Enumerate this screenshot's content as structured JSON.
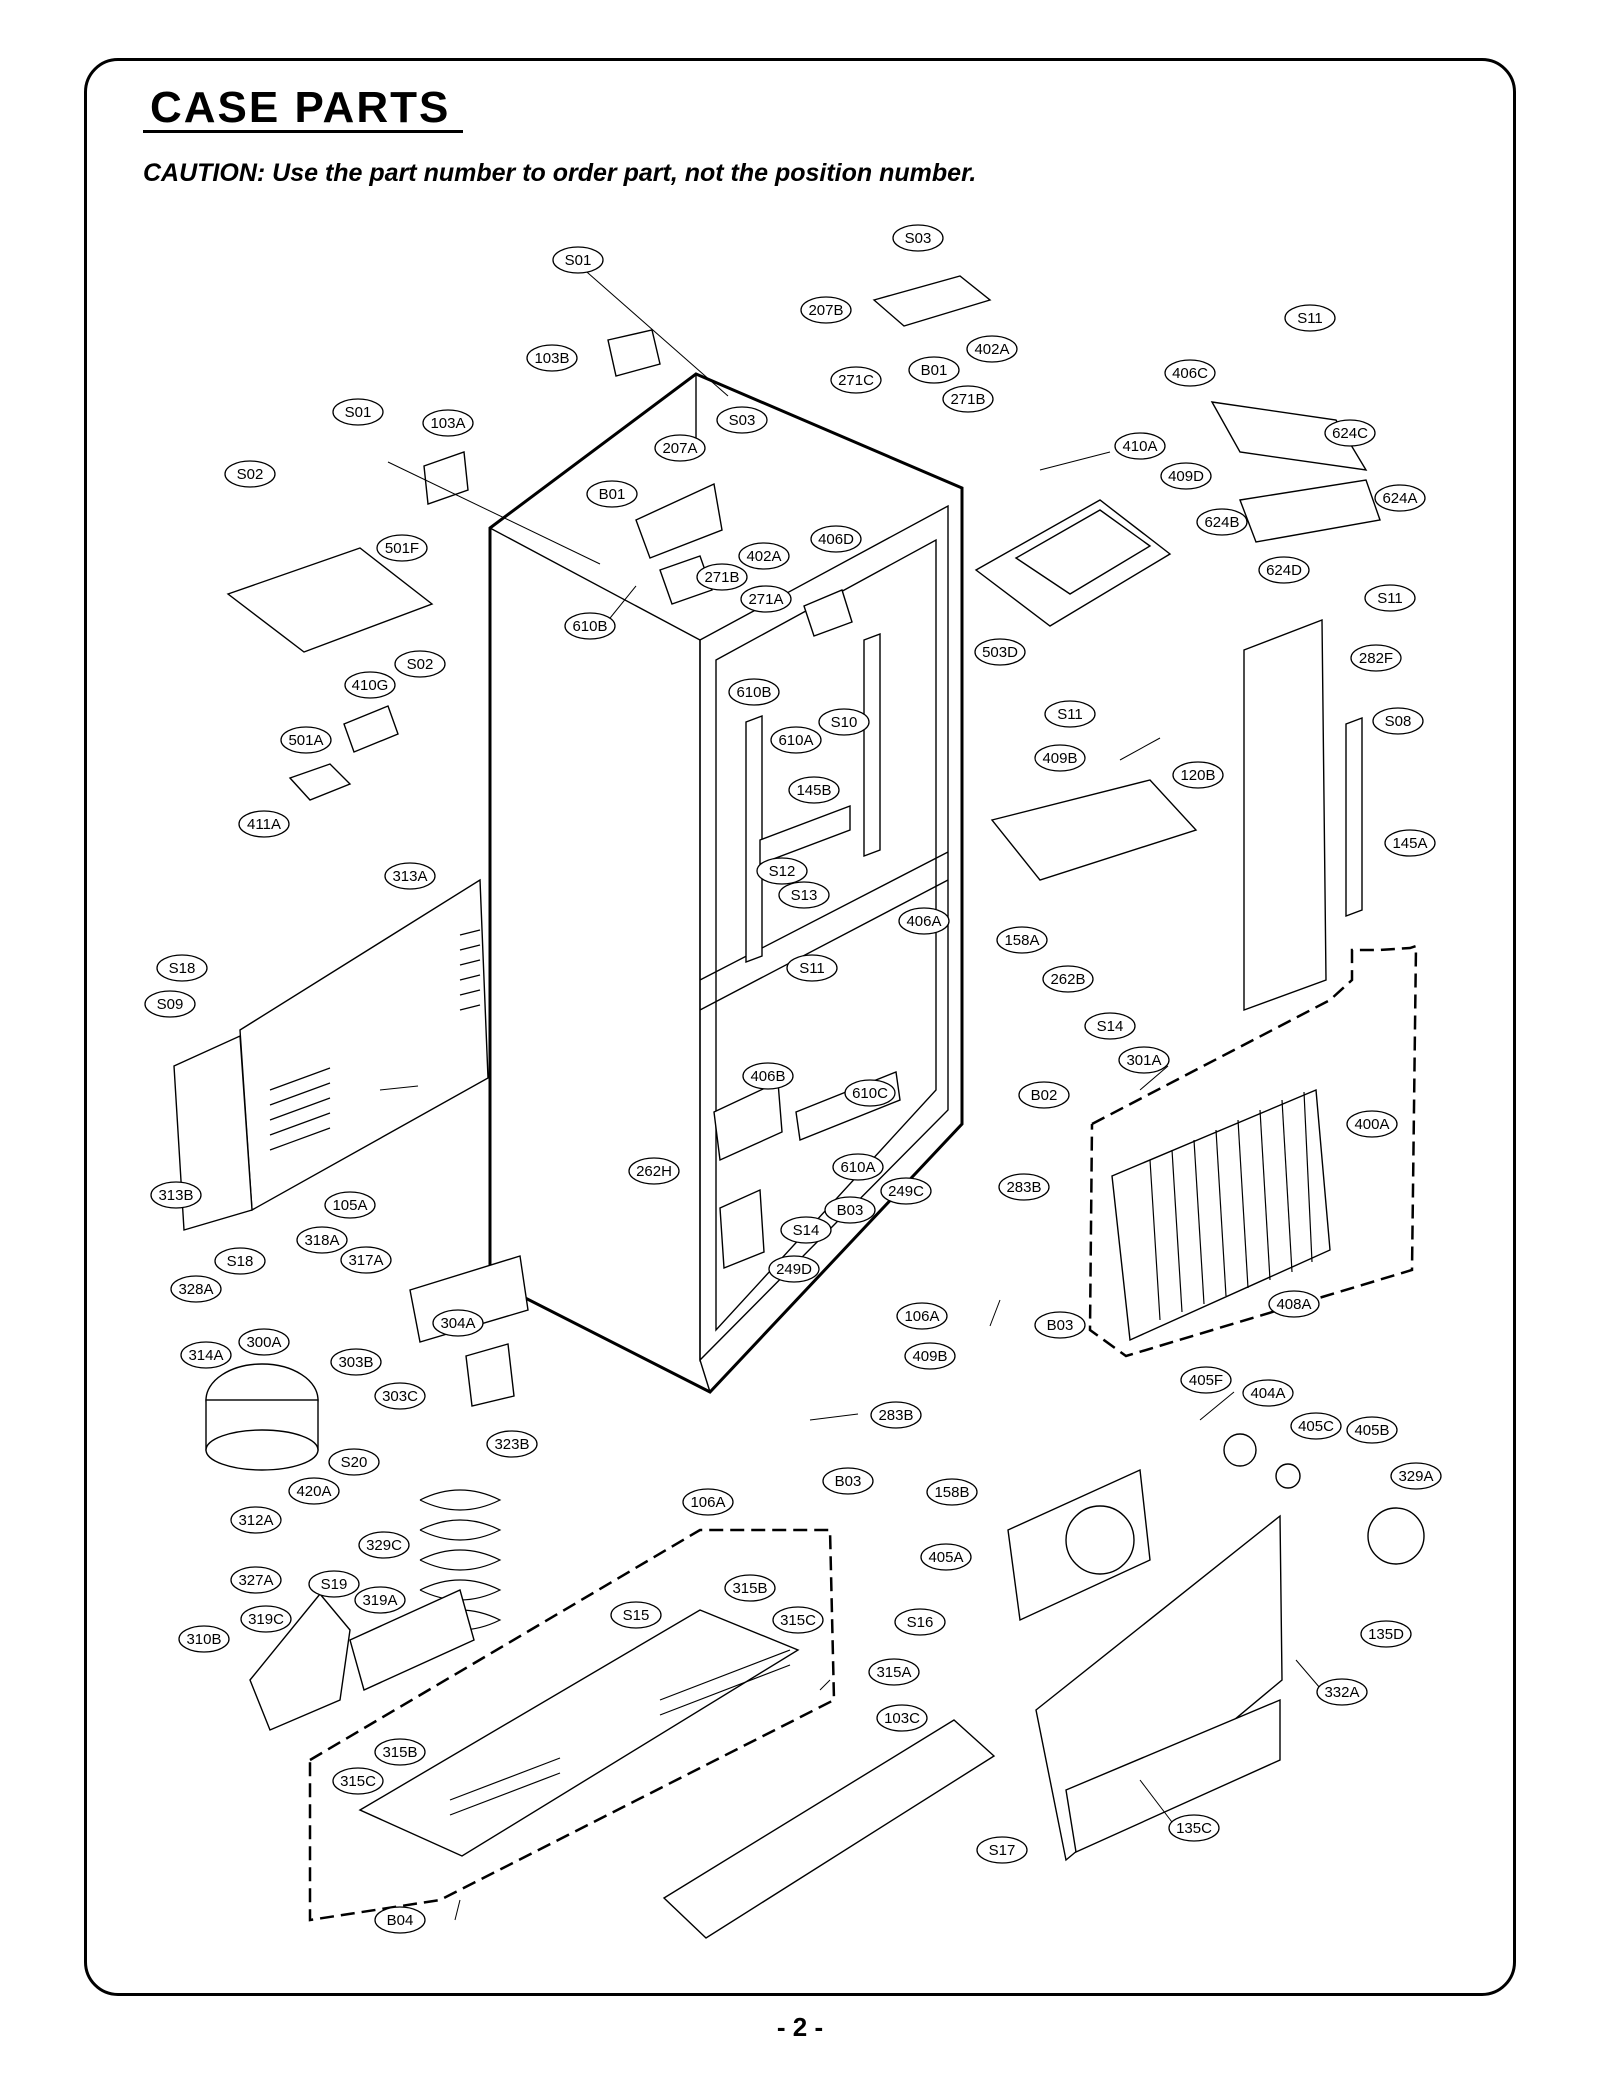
{
  "header": {
    "title": "CASE PARTS",
    "caution": "CAUTION: Use the part number to order part, not the position number."
  },
  "footer": {
    "page": "- 2 -"
  },
  "parts": {
    "S03_top": "S03",
    "S01_top": "S01",
    "207B": "207B",
    "402A_top": "402A",
    "S11_top": "S11",
    "103B": "103B",
    "B01_top": "B01",
    "271C": "271C",
    "406C": "406C",
    "S01_left": "S01",
    "103A": "103A",
    "271B_top": "271B",
    "S03_mid": "S03",
    "207A": "207A",
    "410A": "410A",
    "624C": "624C",
    "S02_top": "S02",
    "B01_mid": "B01",
    "409D": "409D",
    "624A": "624A",
    "624B": "624B",
    "402A_mid": "402A",
    "406D": "406D",
    "501F": "501F",
    "271B_mid": "271B",
    "624D": "624D",
    "271A": "271A",
    "S11_right": "S11",
    "610B_left": "610B",
    "503D": "503D",
    "282F": "282F",
    "S02_mid": "S02",
    "410G": "410G",
    "610B_mid": "610B",
    "S10": "S10",
    "S11_mid": "S11",
    "S08": "S08",
    "610A_top": "610A",
    "501A": "501A",
    "409B_top": "409B",
    "120B": "120B",
    "145B": "145B",
    "411A": "411A",
    "145A": "145A",
    "313A": "313A",
    "S12": "S12",
    "S13": "S13",
    "406A": "406A",
    "158A": "158A",
    "S18_top": "S18",
    "S11_low": "S11",
    "262B": "262B",
    "S09": "S09",
    "S14_right": "S14",
    "301A": "301A",
    "406B": "406B",
    "610C": "610C",
    "B02": "B02",
    "400A": "400A",
    "262H": "262H",
    "610A_low": "610A",
    "313B": "313B",
    "249C": "249C",
    "B03_mid": "B03",
    "283B_right": "283B",
    "105A": "105A",
    "S14_low": "S14",
    "318A": "318A",
    "S18_low": "S18",
    "317A": "317A",
    "249D": "249D",
    "328A": "328A",
    "408A": "408A",
    "B03_right": "B03",
    "106A_right": "106A",
    "304A": "304A",
    "409B_low": "409B",
    "314A": "314A",
    "300A": "300A",
    "303B": "303B",
    "283B_low": "283B",
    "405F": "405F",
    "404A": "404A",
    "303C": "303C",
    "405C": "405C",
    "405B": "405B",
    "323B": "323B",
    "S20": "S20",
    "B03_low": "B03",
    "329A": "329A",
    "420A": "420A",
    "106A_low": "106A",
    "158B": "158B",
    "312A": "312A",
    "329C": "329C",
    "405A": "405A",
    "327A": "327A",
    "315B_top": "315B",
    "S19": "S19",
    "319A": "319A",
    "S15": "S15",
    "315C_top": "315C",
    "319C": "319C",
    "S16": "S16",
    "135D": "135D",
    "310B": "310B",
    "315A": "315A",
    "332A": "332A",
    "103C": "103C",
    "315B_low": "315B",
    "315C_low": "315C",
    "135C": "135C",
    "S17": "S17",
    "B04": "B04"
  }
}
